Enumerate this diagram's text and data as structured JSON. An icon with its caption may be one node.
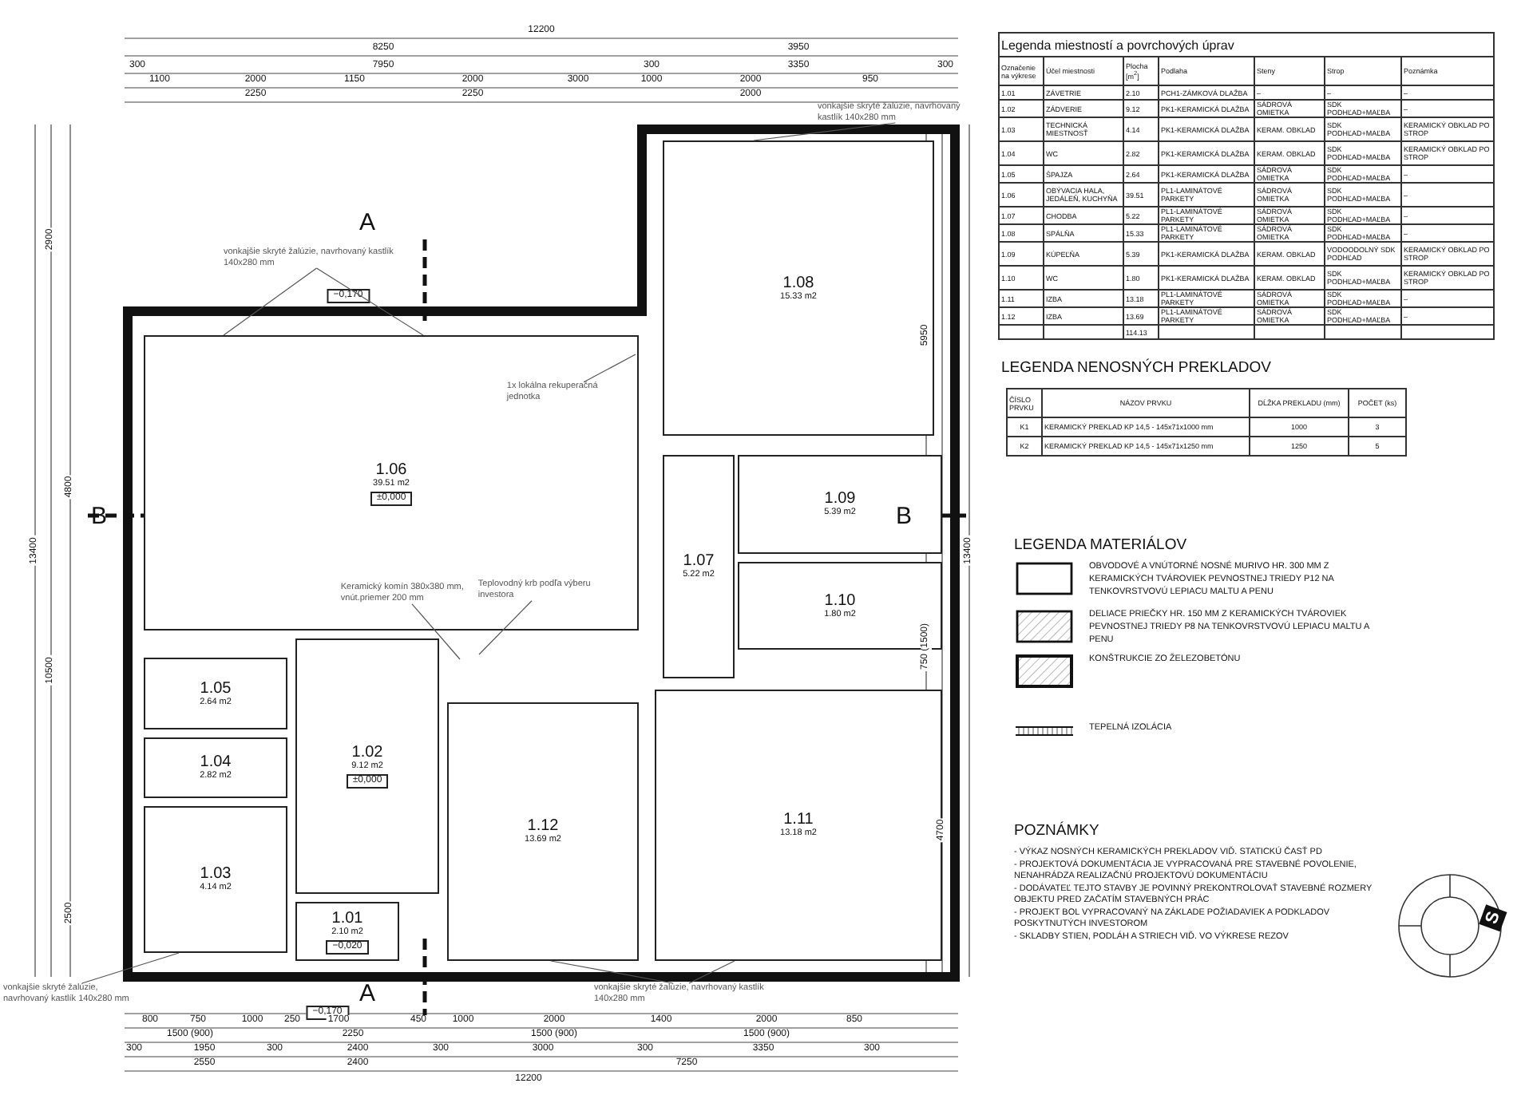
{
  "diagram": {
    "nodes": [
      {
        "text": [
          "vonkajšie skryté žalúzie, navrhovaný kastlík 140x280 mm"
        ]
      },
      {
        "text": [
          "vonkajšie skryté žalúzie, navrhovaný kastlík 140x280 mm"
        ]
      },
      {
        "text": [
          "1.08",
          "15.33 m2"
        ]
      },
      {
        "text": [
          "1x lokálna rekuperačná jednotka"
        ],
        "in": 4
      },
      {
        "text": [
          "1.06",
          "39.51 m2",
          "±0,000"
        ]
      },
      {
        "text": [
          "1.09",
          "5.39 m2"
        ]
      },
      {
        "text": [
          "Keramický komín 380x380 mm, vnút.priemer 200 mm"
        ],
        "in": 4
      },
      {
        "text": [
          "Teplovodný krb podľa výberu investora"
        ],
        "in": 4
      },
      {
        "text": [
          "1.07",
          "5.22 m2"
        ]
      },
      {
        "text": [
          "1.10",
          "1.80 m2"
        ]
      },
      {
        "text": [
          "1.05",
          "2.64 m2"
        ]
      },
      {
        "text": [
          "1.02",
          "9.12 m2",
          "±0,000"
        ]
      },
      {
        "text": [
          "1.04",
          "2.82 m2"
        ]
      },
      {
        "text": [
          "1.11",
          "13.18 m2"
        ]
      },
      {
        "text": [
          "1.12",
          "13.69 m2"
        ]
      },
      {
        "text": [
          "1.03",
          "4.14 m2"
        ]
      },
      {
        "text": [
          "1.01",
          "2.10 m2",
          "−0,020"
        ]
      },
      {
        "text": [
          "vonkajšie skryté žalúzie, navrhovaný kastlík 140x280 mm"
        ]
      },
      {
        "text": [
          "vonkajšie skryté žalúzie, navrhovaný kastlík 140x280 mm"
        ]
      }
    ],
    "edges": [
      {
        "from": 0,
        "to": 4,
        "arrow": "none"
      },
      {
        "from": 0,
        "to": 4,
        "arrow": "none"
      },
      {
        "from": 1,
        "to": 2,
        "arrow": "none"
      },
      {
        "from": 3,
        "to": null,
        "arrow": "none"
      },
      {
        "from": 6,
        "to": null,
        "arrow": "none"
      },
      {
        "from": 7,
        "to": null,
        "arrow": "none"
      },
      {
        "from": 17,
        "to": 15,
        "arrow": "none"
      },
      {
        "from": 18,
        "to": 14,
        "arrow": "none"
      },
      {
        "from": 18,
        "to": 13,
        "arrow": "none"
      }
    ],
    "labels": [
      "12200",
      "8250",
      "3950",
      "300",
      "7950",
      "300",
      "3350",
      "300",
      "1100",
      "2000",
      "1150",
      "2000",
      "3000",
      "1000",
      "2000",
      "950",
      "2250",
      "2250",
      "2000",
      "A",
      "−0,170",
      "B",
      "B",
      "A",
      "−0,170",
      "13400",
      "2900",
      "10500",
      "4800",
      "2500",
      "5950",
      "13400",
      "4700",
      "750 (1500)",
      "800",
      "750",
      "1000",
      "250",
      "1700",
      "450",
      "1000",
      "2000",
      "1400",
      "2000",
      "850",
      "1500 (900)",
      "2250",
      "1500 (900)",
      "1500 (900)",
      "300",
      "1950",
      "300",
      "2400",
      "300",
      "3000",
      "300",
      "3350",
      "300",
      "2550",
      "2400",
      "7250",
      "12200",
      "S",
      "Legenda miestností a povrchových úprav",
      "Označenie na výkrese",
      "Účel miestnosti",
      "Plocha [m$^{2}$]",
      "Podlaha",
      "Steny",
      "Strop",
      "Poznámka",
      "1.01",
      "ZÁVETRIE",
      "2.10",
      "PCH1-ZÁMKOVÁ DLAŽBA",
      "–",
      "–",
      "–",
      "1.02",
      "ZÁDVERIE",
      "9.12",
      "PK1-KERAMICKÁ DLAŽBA",
      "SÁDROVÁ OMIETKA",
      "SDK PODHĽAD+MAĽBA",
      "–",
      "1.03",
      "TECHNICKÁ MIESTNOSŤ",
      "4.14",
      "PK1-KERAMICKÁ DLAŽBA",
      "KERAM. OBKLAD",
      "SDK PODHĽAD+MAĽBA",
      "KERAMICKÝ OBKLAD PO STROP",
      "1.04",
      "WC",
      "2.82",
      "PK1-KERAMICKÁ DLAŽBA",
      "KERAM. OBKLAD",
      "SDK PODHĽAD+MAĽBA",
      "KERAMICKÝ OBKLAD PO STROP",
      "1.05",
      "ŠPAJZA",
      "2.64",
      "PK1-KERAMICKÁ DLAŽBA",
      "SÁDROVÁ OMIETKA",
      "SDK PODHĽAD+MAĽBA",
      "–",
      "1.06",
      "OBÝVACIA HALA, JEDÁLEŇ, KUCHYŇA",
      "39.51",
      "PL1-LAMINÁTOVÉ PARKETY",
      "SÁDROVÁ OMIETKA",
      "SDK PODHĽAD+MAĽBA",
      "–",
      "1.07",
      "CHODBA",
      "5.22",
      "PL1-LAMINÁTOVÉ PARKETY",
      "SÁDROVÁ OMIETKA",
      "SDK PODHĽAD+MAĽBA",
      "–",
      "1.08",
      "SPÁLŇA",
      "15.33",
      "PL1-LAMINÁTOVÉ PARKETY",
      "SÁDROVÁ OMIETKA",
      "SDK PODHĽAD+MAĽBA",
      "–",
      "1.09",
      "KÚPEĽŇA",
      "5.39",
      "PK1-KERAMICKÁ DLAŽBA",
      "KERAM. OBKLAD",
      "VODOODOLNÝ SDK PODHĽAD",
      "KERAMICKÝ OBKLAD PO STROP",
      "1.10",
      "WC",
      "1.80",
      "PK1-KERAMICKÁ DLAŽBA",
      "KERAM. OBKLAD",
      "SDK PODHĽAD+MAĽBA",
      "KERAMICKÝ OBKLAD PO STROP",
      "1.11",
      "IZBA",
      "13.18",
      "PL1-LAMINÁTOVÉ PARKETY",
      "SÁDROVÁ OMIETKA",
      "SDK PODHĽAD+MAĽBA",
      "–",
      "1.12",
      "IZBA",
      "13.69",
      "PL1-LAMINÁTOVÉ PARKETY",
      "SÁDROVÁ OMIETKA",
      "SDK PODHĽAD+MAĽBA",
      "–",
      "114.13",
      "LEGENDA NENOSNÝCH PREKLADOV",
      "ČÍSLO PRVKU",
      "NÁZOV PRVKU",
      "DĹŽKA PREKLADU (mm)",
      "POČET (ks)",
      "K1",
      "KERAMICKÝ PREKLAD KP 14,5 - 145x71x1000 mm",
      "1000",
      "3",
      "K2",
      "KERAMICKÝ PREKLAD KP 14,5 - 145x71x1250 mm",
      "1250",
      "5",
      "LEGENDA MATERIÁLOV",
      "POZNÁMKY",
      "- VÝKAZ NOSNÝCH KERAMICKÝCH PREKLADOV VIĎ. STATICKÚ ČASŤ PD",
      "- PROJEKTOVÁ DOKUMENTÁCIA JE VYPRACOVANÁ PRE STAVEBNÉ POVOLENIE, NENAHRÁDZA REALIZAČNÚ PROJEKTOVÚ DOKUMENTÁCIU",
      "- DODÁVATEĽ TEJTO STAVBY JE POVINNÝ PREKONTROLOVAŤ STAVEBNÉ ROZMERY OBJEKTU PRED ZAČATÍM STAVEBNÝCH PRÁC",
      "- PROJEKT BOL VYPRACOVANÝ NA ZÁKLADE POŽIADAVIEK A PODKLADOV POSKYTNUTÝCH INVESTOROM",
      "- SKLADBY STIEN, PODLÁH A STRIECH VIĎ. VO VÝKRESE REZOV"
    ],
    "legend": [
      {
        "text": "OBVODOVÉ A VNÚTORNÉ NOSNÉ MURIVO HR. 300 MM Z KERAMICKÝCH TVÁROVIEK PEVNOSTNEJ TRIEDY P12 NA TENKOVRSTVOVÚ LEPIACU MALTU A PENU"
      },
      {
        "text": "DELIACE PRIEČKY HR. 150 MM Z KERAMICKÝCH TVÁROVIEK PEVNOSTNEJ TRIEDY P8 NA TENKOVRSTVOVÚ LEPIACU MALTU A PENU"
      },
      {
        "text": "KONŠTRUKCIE ZO ŽELEZOBETÓNU"
      },
      {
        "text": "TEPELNÁ IZOLÁCIA"
      }
    ]
  }
}
